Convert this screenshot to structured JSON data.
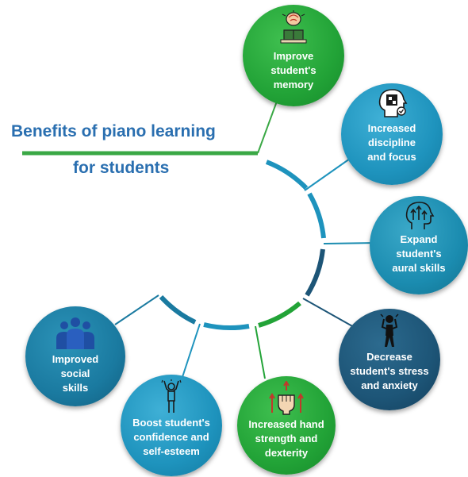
{
  "title": {
    "line1": "Benefits of piano learning",
    "line2": "for students"
  },
  "colors": {
    "title": "#2a6fb0",
    "green": "#22a337",
    "light_blue": "#1e93bd",
    "mid_blue": "#1b8cb0",
    "navy": "#1d5577",
    "teal": "#1a7aa0"
  },
  "benefits": [
    {
      "label": "Improve\nstudent's\nmemory",
      "icon": "brain-reading-icon",
      "color": "green"
    },
    {
      "label": "Increased\ndiscipline\nand focus",
      "icon": "head-puzzle-icon",
      "color": "light_blue"
    },
    {
      "label": "Expand\nstudent's\naural skills",
      "icon": "head-arrows-icon",
      "color": "mid_blue"
    },
    {
      "label": "Decrease\nstudent's stress\nand anxiety",
      "icon": "stressed-person-icon",
      "color": "navy"
    },
    {
      "label": "Increased hand\nstrength and\ndexterity",
      "icon": "fist-arrows-icon",
      "color": "green"
    },
    {
      "label": "Boost student's\nconfidence and\nself-esteem",
      "icon": "cheering-person-icon",
      "color": "light_blue"
    },
    {
      "label": "Improved\nsocial\nskills",
      "icon": "group-people-icon",
      "color": "teal"
    }
  ]
}
